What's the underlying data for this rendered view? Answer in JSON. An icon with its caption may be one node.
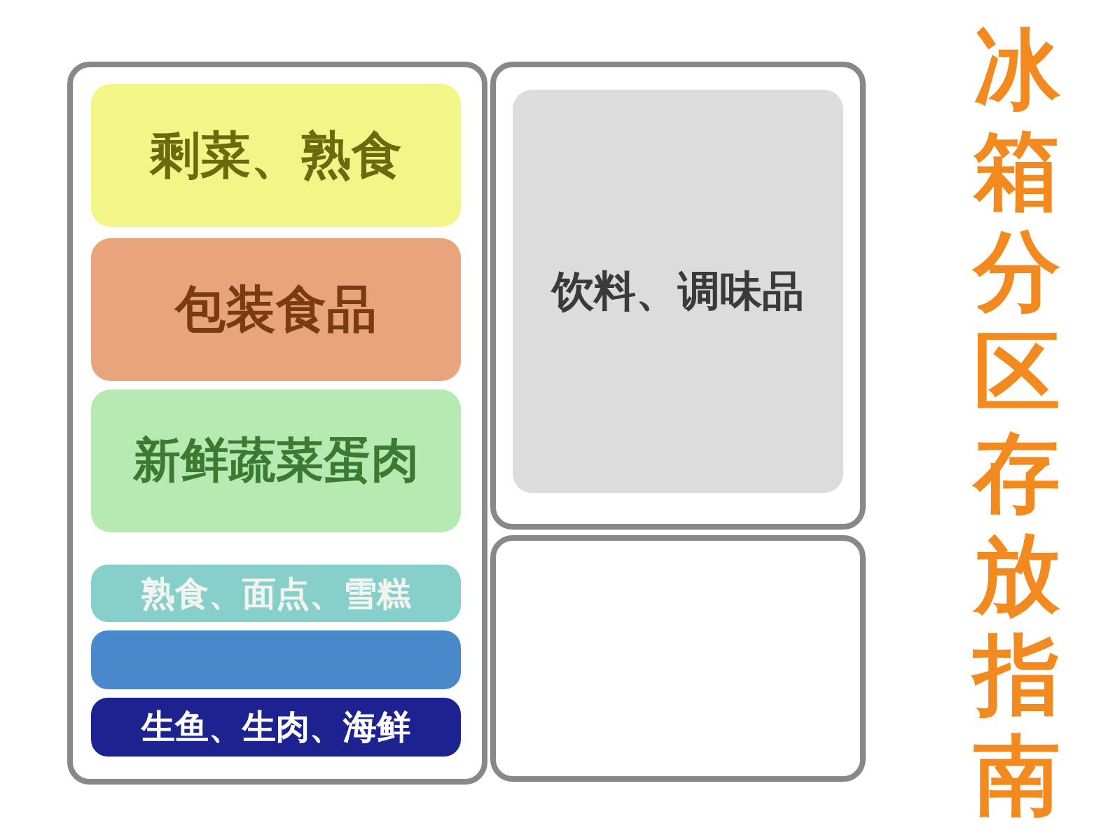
{
  "diagram": {
    "title": "冰箱分区存放指南",
    "nodes": [
      {
        "text": [],
        "shape": "box"
      },
      {
        "text": [
          "剩菜、熟食"
        ],
        "in": 0
      },
      {
        "text": [
          "包装食品"
        ],
        "in": 0
      },
      {
        "text": [
          "新鲜蔬菜蛋肉"
        ],
        "in": 0
      },
      {
        "text": [
          "熟食、面点、雪糕"
        ],
        "in": 0
      },
      {
        "text": [],
        "shape": "bar",
        "in": 0
      },
      {
        "text": [
          "生鱼、生肉、海鲜"
        ],
        "in": 0
      },
      {
        "text": [],
        "shape": "box"
      },
      {
        "text": [
          "饮料、调味品"
        ],
        "in": 7
      },
      {
        "text": [],
        "shape": "box"
      }
    ],
    "edges": []
  }
}
